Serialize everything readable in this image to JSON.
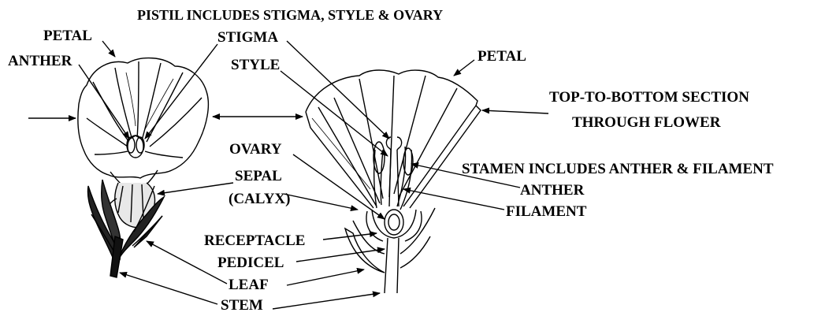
{
  "title": "PISTIL INCLUDES STIGMA, STYLE & OVARY",
  "labels": {
    "petal_left": "PETAL",
    "anther_left": "ANTHER",
    "stigma": "STIGMA",
    "style": "STYLE",
    "petal_right": "PETAL",
    "section_line1": "TOP-TO-BOTTOM SECTION",
    "section_line2": "THROUGH FLOWER",
    "ovary": "OVARY",
    "stamen_note": "STAMEN INCLUDES ANTHER & FILAMENT",
    "sepal": "SEPAL",
    "calyx": "(CALYX)",
    "anther_right": "ANTHER",
    "filament": "FILAMENT",
    "receptacle": "RECEPTACLE",
    "pedicel": "PEDICEL",
    "leaf": "LEAF",
    "stem": "STEM"
  }
}
